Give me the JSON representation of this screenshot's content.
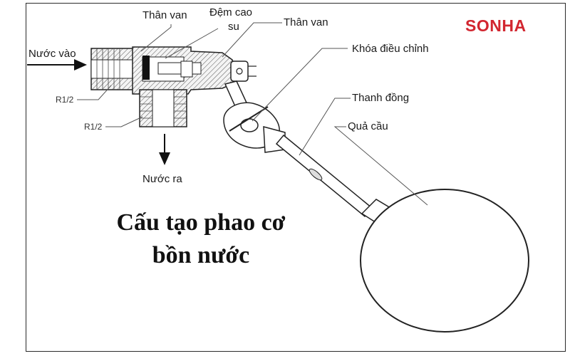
{
  "brand": {
    "logo_text": "SONHA",
    "color": "#d22630"
  },
  "title": {
    "line1": "Cấu tạo phao cơ",
    "line2": "bồn nước"
  },
  "labels": {
    "than_van_1": "Thân van",
    "dem_cao_su_line1": "Đệm cao",
    "dem_cao_su_line2": "su",
    "than_van_2": "Thân van",
    "khoa_dieu_chinh": "Khóa điều chỉnh",
    "thanh_dong": "Thanh đồng",
    "qua_cau": "Quả cầu",
    "nuoc_vao": "Nước vào",
    "nuoc_ra": "Nước ra",
    "r12_top": "R1/2",
    "r12_bottom": "R1/2"
  }
}
